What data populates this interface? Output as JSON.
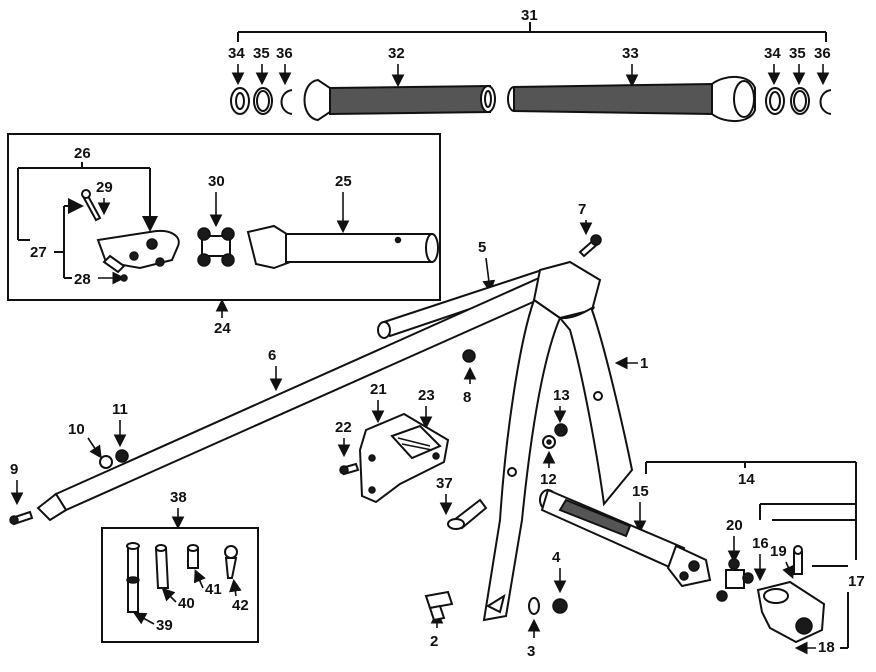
{
  "labels": {
    "p1": "1",
    "p2": "2",
    "p3": "3",
    "p4": "4",
    "p5": "5",
    "p6": "6",
    "p7": "7",
    "p8": "8",
    "p9": "9",
    "p10": "10",
    "p11": "11",
    "p12": "12",
    "p13": "13",
    "p14": "14",
    "p15": "15",
    "p16": "16",
    "p17": "17",
    "p18": "18",
    "p19": "19",
    "p20": "20",
    "p21": "21",
    "p22": "22",
    "p23": "23",
    "p24": "24",
    "p25": "25",
    "p26": "26",
    "p27": "27",
    "p28": "28",
    "p29": "29",
    "p30": "30",
    "p31": "31",
    "p32": "32",
    "p33": "33",
    "p34a": "34",
    "p35a": "35",
    "p36a": "36",
    "p34b": "34",
    "p35b": "35",
    "p36b": "36",
    "p37": "37",
    "p38": "38",
    "p39": "39",
    "p40": "40",
    "p41": "41",
    "p42": "42"
  },
  "colors": {
    "ink": "#111111",
    "paper": "#ffffff"
  }
}
